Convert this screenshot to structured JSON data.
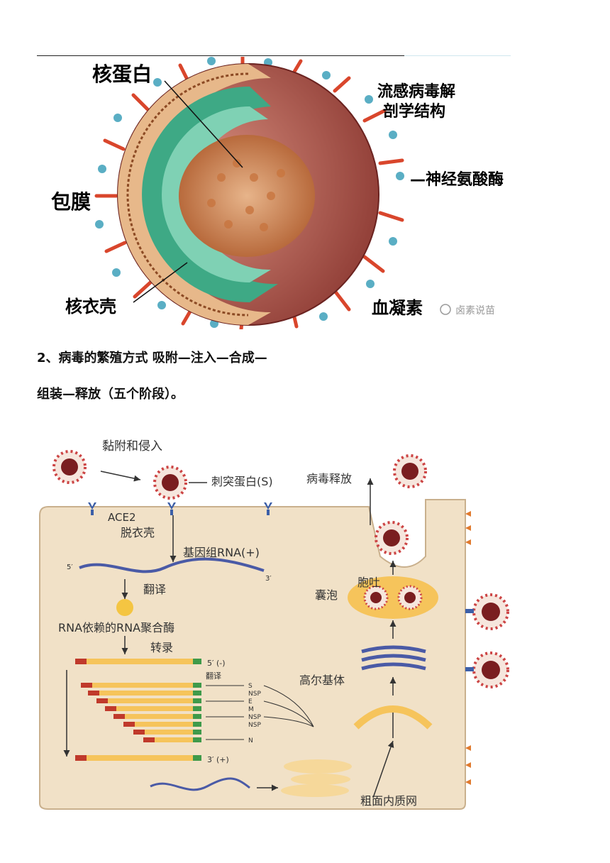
{
  "figure1": {
    "labels": {
      "nucleoprotein": "核蛋白",
      "envelope": "包膜",
      "nucleocapsid": "核衣壳",
      "title_line1": "流感病毒解",
      "title_line2": "剖学结构",
      "neuraminidase": "—神经氨酸酶",
      "hemagglutinin": "血凝素",
      "watermark": "卤素说苗"
    }
  },
  "text": {
    "line1": "2、病毒的繁殖方式 吸附—注入—合成—",
    "line2": "组装—释放（五个阶段）。"
  },
  "figure2": {
    "labels": {
      "attach": "黏附和侵入",
      "spike": "刺突蛋白(S)",
      "release": "病毒释放",
      "ace2": "ACE2",
      "uncoat": "脱衣壳",
      "genome": "基因组RNA(+)",
      "five_prime": "5′",
      "three_prime": "3′",
      "translate": "翻译",
      "rdrp": "RNA依赖的RNA聚合酶",
      "transcribe": "转录",
      "minus_strand": "5′ (-)",
      "translate_small": "翻译",
      "protein_s": "S",
      "protein_nsp1": "NSP",
      "protein_e": "E",
      "protein_m": "M",
      "protein_nsp2": "NSP",
      "protein_nsp3": "NSP",
      "protein_n": "N",
      "plus_strand": "3′ (+)",
      "exocytosis": "胞吐",
      "vesicle": "囊泡",
      "golgi": "高尔基体",
      "rough_er": "粗面内质网"
    }
  }
}
